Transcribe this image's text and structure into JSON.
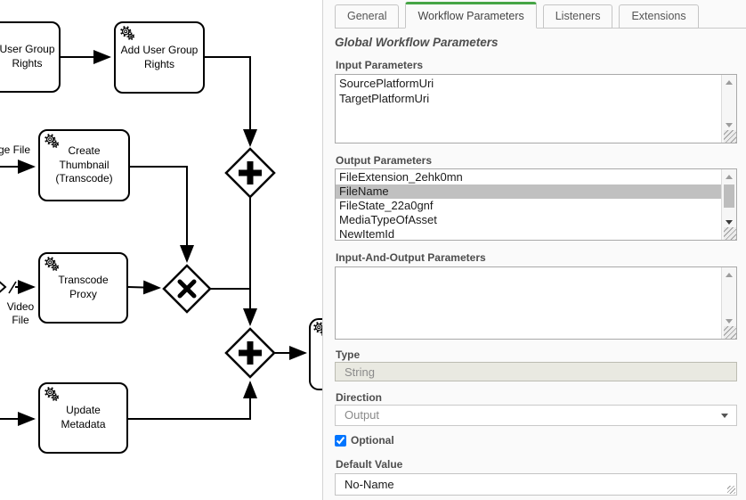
{
  "colors": {
    "accent_green": "#46a546",
    "selection_gray": "#c0c0c0",
    "disabled_bg": "#e9e9e1"
  },
  "panel": {
    "tabs": [
      {
        "label": "General"
      },
      {
        "label": "Workflow Parameters"
      },
      {
        "label": "Listeners"
      },
      {
        "label": "Extensions"
      }
    ],
    "active_tab": "Workflow Parameters",
    "heading": "Global Workflow Parameters",
    "input_parameters": {
      "label": "Input Parameters",
      "values": [
        "SourcePlatformUri",
        "TargetPlatformUri"
      ]
    },
    "output_parameters": {
      "label": "Output Parameters",
      "values": [
        "FileExtension_2ehk0mn",
        "FileName",
        "FileState_22a0gnf",
        "MediaTypeOfAsset",
        "NewItemId"
      ],
      "selected_value": "FileName"
    },
    "input_and_output_parameters": {
      "label": "Input-And-Output Parameters",
      "values": []
    },
    "type_field": {
      "label": "Type",
      "value": "String"
    },
    "direction_field": {
      "label": "Direction",
      "value": "Output"
    },
    "optional_checkbox": {
      "label": "Optional",
      "checked": "checked"
    },
    "default_value_field": {
      "label": "Default Value",
      "value": "No-Name"
    }
  },
  "diagram": {
    "tasks": [
      {
        "label": "User Group Rights"
      },
      {
        "label": "Add User Group Rights"
      },
      {
        "label": "Create Thumbnail (Transcode)"
      },
      {
        "label": "Transcode Proxy"
      },
      {
        "label": "Update Metadata"
      }
    ],
    "edge_labels": {
      "image_file": "ge File",
      "video_file": "Video File"
    },
    "gateways": [
      {
        "type": "parallel-gateway-top"
      },
      {
        "type": "exclusive-gateway"
      },
      {
        "type": "parallel-gateway-bottom"
      }
    ]
  }
}
